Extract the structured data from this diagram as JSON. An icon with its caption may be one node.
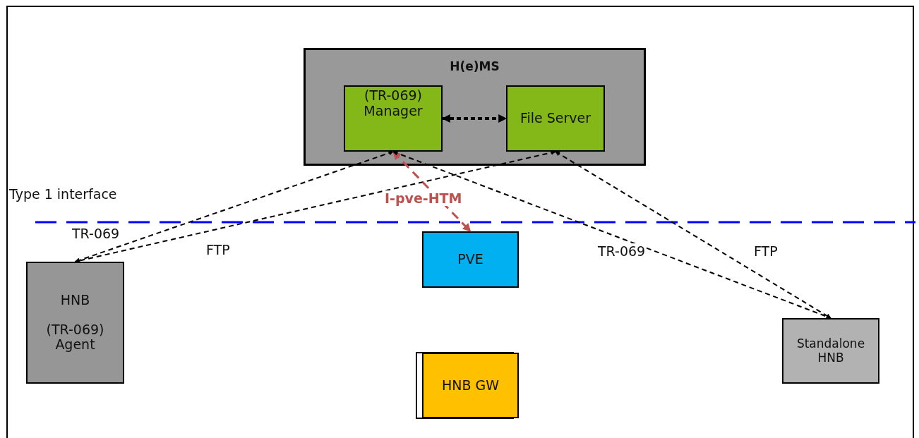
{
  "diagram": {
    "nodes": [
      {
        "text": [
          "H(e)MS"
        ]
      },
      {
        "text": [
          "(TR-069) Manager"
        ],
        "in": 0
      },
      {
        "text": [
          "File Server"
        ],
        "in": 0
      },
      {
        "text": [
          "HNB",
          "(TR-069) Agent"
        ]
      },
      {
        "text": [
          "PVE"
        ]
      },
      {
        "text": [
          "HNB GW"
        ]
      },
      {
        "text": [
          "Standalone HNB"
        ]
      }
    ],
    "edges": [
      {
        "from": 1,
        "to": 2,
        "arrow": "both",
        "style": "dashed"
      },
      {
        "from": 1,
        "to": 3,
        "arrow": "both",
        "style": "dashed",
        "label": "TR-069"
      },
      {
        "from": 2,
        "to": 3,
        "arrow": "both",
        "style": "dashed",
        "label": "FTP"
      },
      {
        "from": 1,
        "to": 4,
        "arrow": "both",
        "style": "dashed",
        "label": "I-pve-HTM",
        "color": "#c0504d"
      },
      {
        "from": 1,
        "to": 6,
        "arrow": "both",
        "style": "dashed",
        "label": "TR-069"
      },
      {
        "from": 2,
        "to": 6,
        "arrow": "both",
        "style": "dashed",
        "label": "FTP"
      }
    ],
    "labels": [
      "Type 1 interface"
    ]
  }
}
